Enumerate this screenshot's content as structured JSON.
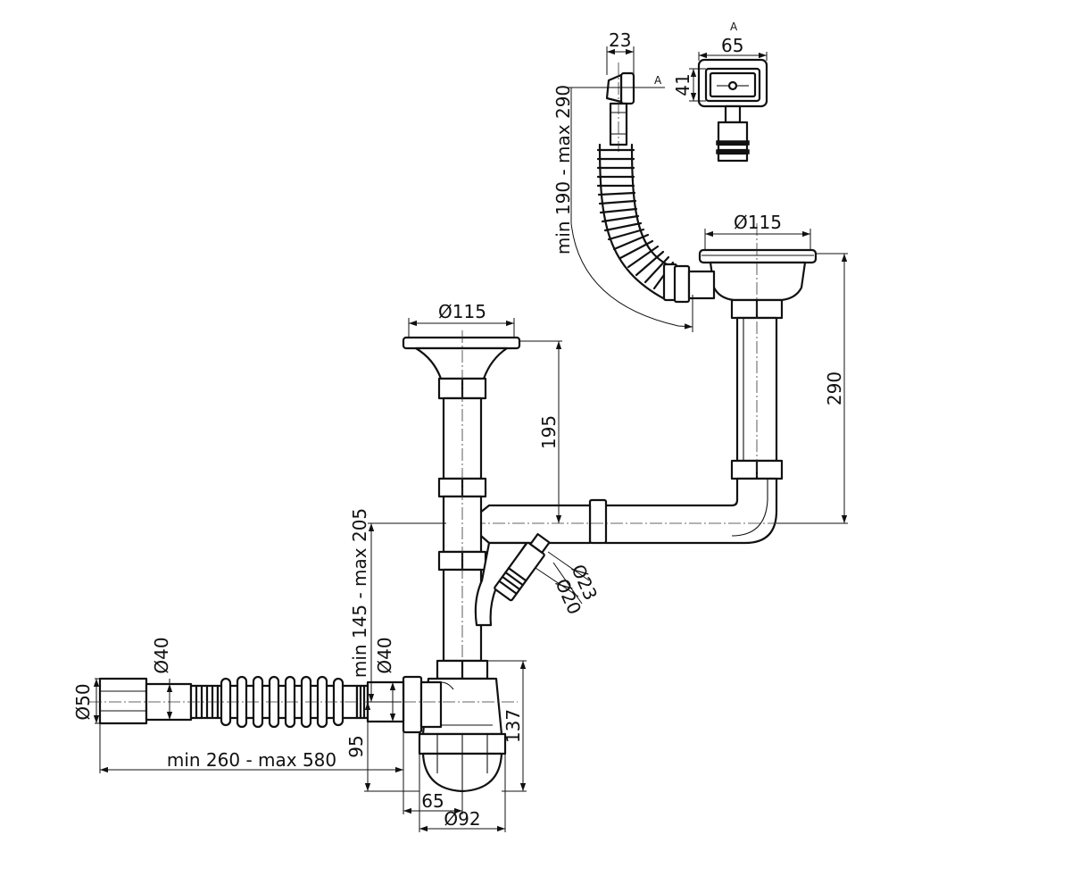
{
  "colors": {
    "line": "#111111",
    "background": "#ffffff"
  },
  "view_label": "A",
  "dimensions": {
    "d23": "23",
    "d65_top": "65",
    "d41": "41",
    "overflow_length": "min 190 - max 290",
    "d115_right": "Ø115",
    "d115_left": "Ø115",
    "d290": "290",
    "d195": "195",
    "height_range": "min 145 - max 205",
    "d23_branch": "Ø23",
    "d20_branch": "Ø20",
    "d40_left": "Ø40",
    "d40_right": "Ø40",
    "d50": "Ø50",
    "d95": "95",
    "d137": "137",
    "hose_length": "min 260 - max 580",
    "d65_bottom": "65",
    "d92": "Ø92"
  }
}
